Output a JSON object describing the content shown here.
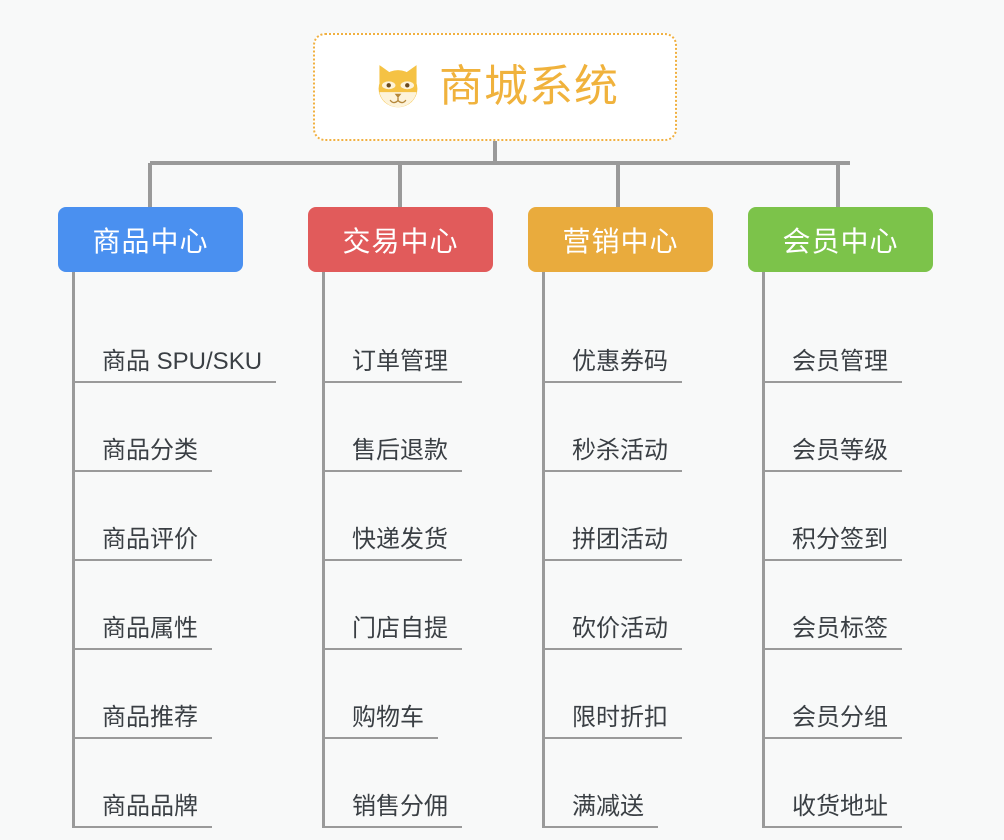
{
  "root": {
    "title": "商城系统",
    "icon": "shiba-dog-face-icon",
    "border_color": "#f0b040",
    "title_color": "#f0b23c"
  },
  "theme": {
    "background": "#f8f9f9",
    "line_color": "#9a9a9a",
    "leaf_text_color": "#3a3f44"
  },
  "branches": [
    {
      "label": "商品中心",
      "color": "#4a90f0",
      "items": [
        {
          "label": "商品 SPU/SKU"
        },
        {
          "label": "商品分类"
        },
        {
          "label": "商品评价"
        },
        {
          "label": "商品属性"
        },
        {
          "label": "商品推荐"
        },
        {
          "label": "商品品牌"
        }
      ]
    },
    {
      "label": "交易中心",
      "color": "#e15b5b",
      "items": [
        {
          "label": "订单管理"
        },
        {
          "label": "售后退款"
        },
        {
          "label": "快递发货"
        },
        {
          "label": "门店自提"
        },
        {
          "label": "购物车"
        },
        {
          "label": "销售分佣"
        }
      ]
    },
    {
      "label": "营销中心",
      "color": "#e9ab3d",
      "items": [
        {
          "label": "优惠券码"
        },
        {
          "label": "秒杀活动"
        },
        {
          "label": "拼团活动"
        },
        {
          "label": "砍价活动"
        },
        {
          "label": "限时折扣"
        },
        {
          "label": "满减送"
        }
      ]
    },
    {
      "label": "会员中心",
      "color": "#7cc košt"
    }
  ]
}
